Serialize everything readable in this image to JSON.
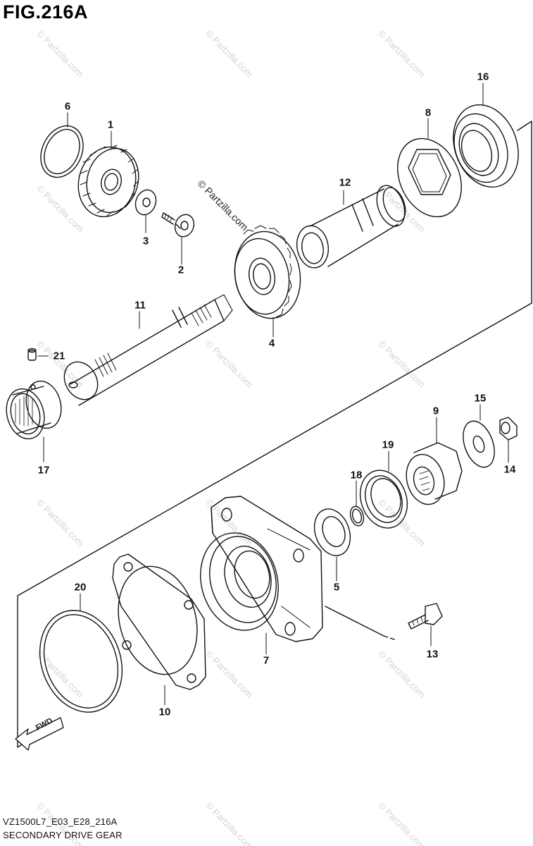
{
  "figure_title": "FIG.216A",
  "model_code": "VZ1500L7_E03_E28_216A",
  "section_title": "SECONDARY DRIVE GEAR",
  "copyright_text": "© Partzilla.com",
  "watermark_text": "© Partzilla.com",
  "fwd_arrow_text": "FWD",
  "callouts": {
    "c1": "1",
    "c2": "2",
    "c3": "3",
    "c4": "4",
    "c5": "5",
    "c6": "6",
    "c7": "7",
    "c8": "8",
    "c9": "9",
    "c10": "10",
    "c11": "11",
    "c12": "12",
    "c13": "13",
    "c14": "14",
    "c15": "15",
    "c16": "16",
    "c17": "17",
    "c18": "18",
    "c19": "19",
    "c20": "20",
    "c21": "21"
  },
  "colors": {
    "line": "#111111",
    "watermark": "#d4d4d4",
    "background": "#ffffff"
  }
}
